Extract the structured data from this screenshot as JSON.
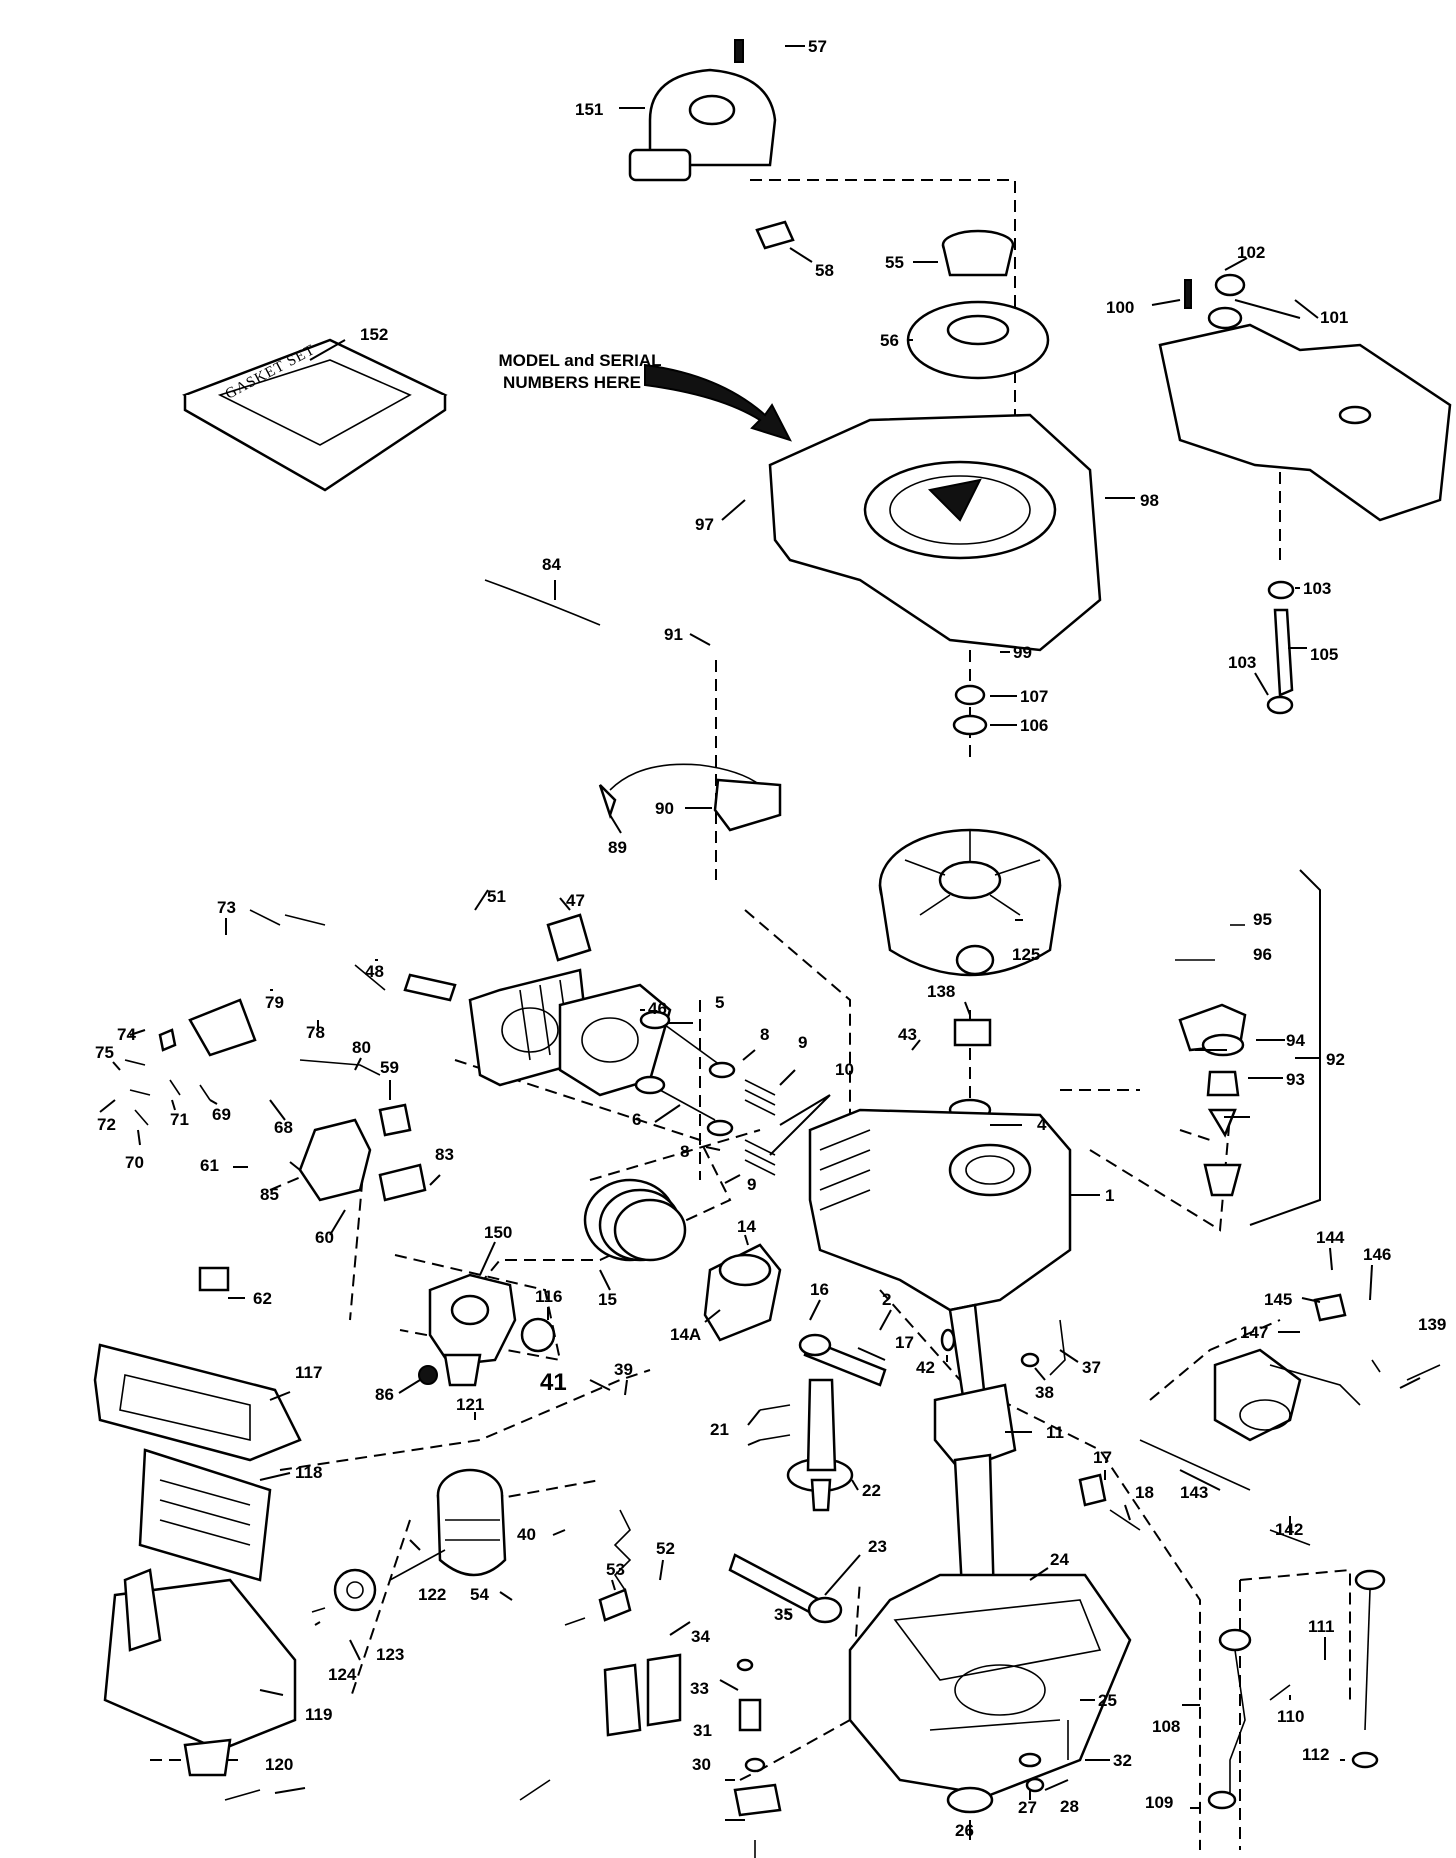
{
  "diagram": {
    "note": [
      "MODEL and SERIAL",
      "NUMBERS HERE"
    ],
    "gasket_text": "GASKET SET",
    "callouts": [
      "57",
      "151",
      "58",
      "55",
      "56",
      "152",
      "102",
      "100",
      "101",
      "98",
      "97",
      "84",
      "103",
      "105",
      "103b",
      "91",
      "99",
      "107",
      "106",
      "90",
      "89",
      "73",
      "51",
      "47",
      "48",
      "46",
      "79",
      "78",
      "125",
      "96",
      "95",
      "138",
      "74",
      "75",
      "80",
      "59",
      "68",
      "72",
      "71",
      "69",
      "70",
      "5",
      "8",
      "9",
      "10",
      "43",
      "6",
      "4",
      "94",
      "93",
      "92",
      "61",
      "85",
      "60",
      "83",
      "8b",
      "9b",
      "1",
      "62",
      "150",
      "116",
      "14",
      "15",
      "14A",
      "16",
      "86",
      "2",
      "144",
      "145",
      "146",
      "147",
      "139",
      "117",
      "17",
      "42",
      "38",
      "37",
      "39",
      "21",
      "11",
      "41",
      "121",
      "118",
      "22",
      "17b",
      "18",
      "143",
      "142",
      "40",
      "52",
      "53",
      "23",
      "24",
      "54",
      "122",
      "34",
      "35",
      "124",
      "123",
      "33",
      "25",
      "111",
      "110",
      "108",
      "31",
      "32",
      "120",
      "119",
      "30",
      "27",
      "28",
      "26",
      "112",
      "109"
    ],
    "labels": {
      "57": "57",
      "151": "151",
      "58": "58",
      "55": "55",
      "56": "56",
      "152": "152",
      "102": "102",
      "100": "100",
      "101": "101",
      "98": "98",
      "97": "97",
      "84": "84",
      "103": "103",
      "105": "105",
      "103b": "103",
      "91": "91",
      "99": "99",
      "107": "107",
      "106": "106",
      "90": "90",
      "89": "89",
      "73": "73",
      "51": "51",
      "47": "47",
      "48": "48",
      "46": "46",
      "79": "79",
      "78": "78",
      "125": "125",
      "96": "96",
      "95": "95",
      "138": "138",
      "74": "74",
      "75": "75",
      "80": "80",
      "59": "59",
      "68": "68",
      "72": "72",
      "71": "71",
      "69": "69",
      "70": "70",
      "5": "5",
      "8": "8",
      "9": "9",
      "10": "10",
      "43": "43",
      "6": "6",
      "4": "4",
      "94": "94",
      "93": "93",
      "92": "92",
      "61": "61",
      "85": "85",
      "60": "60",
      "83": "83",
      "8b": "8",
      "9b": "9",
      "1": "1",
      "62": "62",
      "150": "150",
      "116": "116",
      "14": "14",
      "15": "15",
      "14A": "14A",
      "16": "16",
      "86": "86",
      "2": "2",
      "144": "144",
      "145": "145",
      "146": "146",
      "147": "147",
      "139": "139",
      "117": "117",
      "17": "17",
      "42": "42",
      "38": "38",
      "37": "37",
      "39": "39",
      "21": "21",
      "11": "11",
      "41": "41",
      "121": "121",
      "118": "118",
      "22": "22",
      "17b": "17",
      "18": "18",
      "143": "143",
      "142": "142",
      "40": "40",
      "52": "52",
      "53": "53",
      "23": "23",
      "24": "24",
      "54": "54",
      "122": "122",
      "34": "34",
      "35": "35",
      "124": "124",
      "123": "123",
      "33": "33",
      "25": "25",
      "111": "111",
      "110": "110",
      "108": "108",
      "31": "31",
      "32": "32",
      "120": "120",
      "119": "119",
      "30": "30",
      "27": "27",
      "28": "28",
      "26": "26",
      "112": "112",
      "109": "109"
    }
  }
}
